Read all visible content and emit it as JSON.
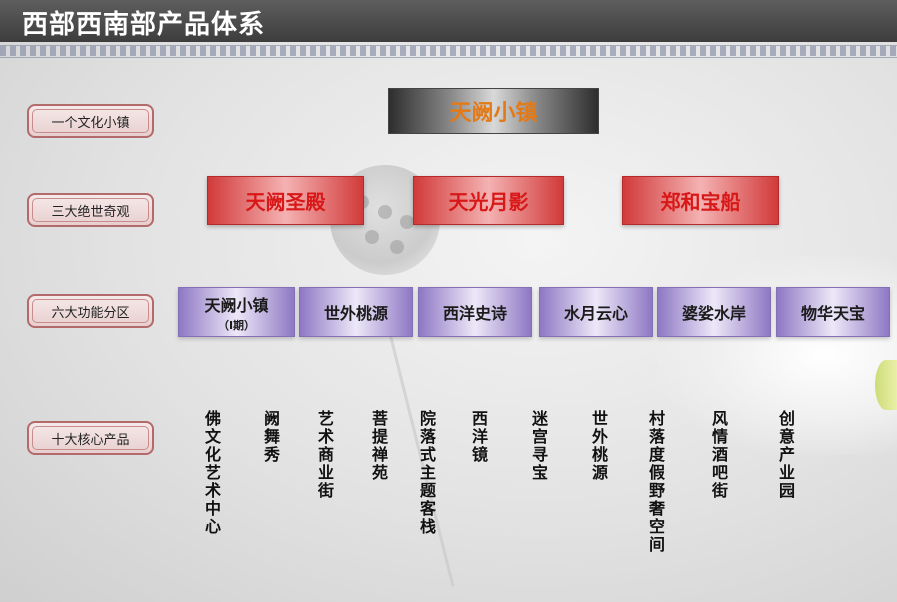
{
  "title": "西部西南部产品体系",
  "row_labels": {
    "r1": "一个文化小镇",
    "r2": "三大绝世奇观",
    "r3": "六大功能分区",
    "r4": "十大核心产品"
  },
  "town": "天阙小镇",
  "wonders": [
    "天阙圣殿",
    "天光月影",
    "郑和宝船"
  ],
  "zones": [
    {
      "name": "天阙小镇",
      "sub": "（Ⅰ期）"
    },
    {
      "name": "世外桃源"
    },
    {
      "name": "西洋史诗"
    },
    {
      "name": "水月云心"
    },
    {
      "name": "婆娑水岸"
    },
    {
      "name": "物华天宝"
    }
  ],
  "products": [
    "佛文化艺术中心",
    "阙舞秀",
    "艺术商业街",
    "菩提禅苑",
    "院落式主题客栈",
    "西洋镜",
    "迷宫寻宝",
    "世外桃源",
    "村落度假野奢空间",
    "风情酒吧街",
    "创意产业园"
  ],
  "colors": {
    "town_text": "#e37a17",
    "wonder_text": "#d81818",
    "label_border": "#b26a6a",
    "zone_accent": "#8e78c4"
  }
}
